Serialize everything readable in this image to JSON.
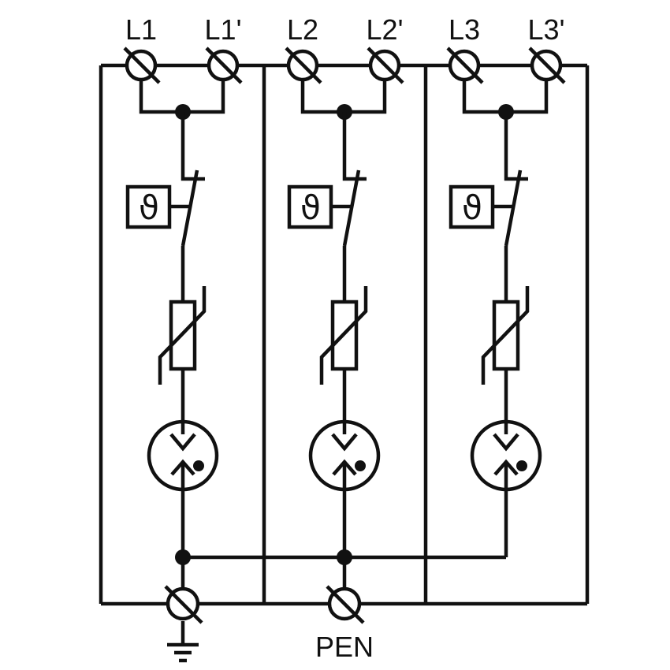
{
  "diagram": {
    "background_color": "#ffffff",
    "line_color": "#111111",
    "phases": [
      {
        "left_label": "L1",
        "right_label": "L1'"
      },
      {
        "left_label": "L2",
        "right_label": "L2'"
      },
      {
        "left_label": "L3",
        "right_label": "L3'"
      }
    ],
    "thermal_symbol": "ϑ",
    "pen_label": "PEN",
    "icons": {
      "terminal": "circle-with-diagonal-slash",
      "junction": "filled-dot",
      "thermal_disconnect": "theta-box-with-switch-blade",
      "varistor": "rectangle-with-diagonal-strike",
      "spark_gap": "circle-with-facing-arrowheads-and-gas-dot",
      "earth": "ground-symbol-three-bars"
    }
  }
}
